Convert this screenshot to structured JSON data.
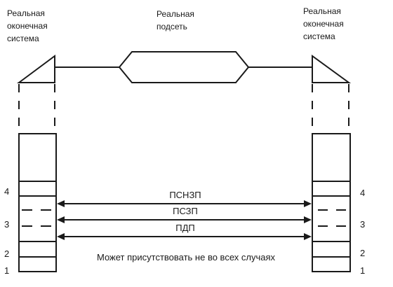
{
  "labels": {
    "left_system": "Реальная\nоконечная\nсистема",
    "subnet": "Реальная\nподсеть",
    "right_system": "Реальная\nоконечная\nсистема"
  },
  "layers": {
    "left": [
      "4",
      "3",
      "2",
      "1"
    ],
    "right": [
      "4",
      "3",
      "2",
      "1"
    ]
  },
  "flows": {
    "pcnzp": "ПСНЗП",
    "pszp": "ПСЗП",
    "pdp": "ПДП"
  },
  "note": "Может присутствовать не во всех случаях",
  "colors": {
    "ink": "#1a1a1a",
    "background": "#ffffff"
  }
}
